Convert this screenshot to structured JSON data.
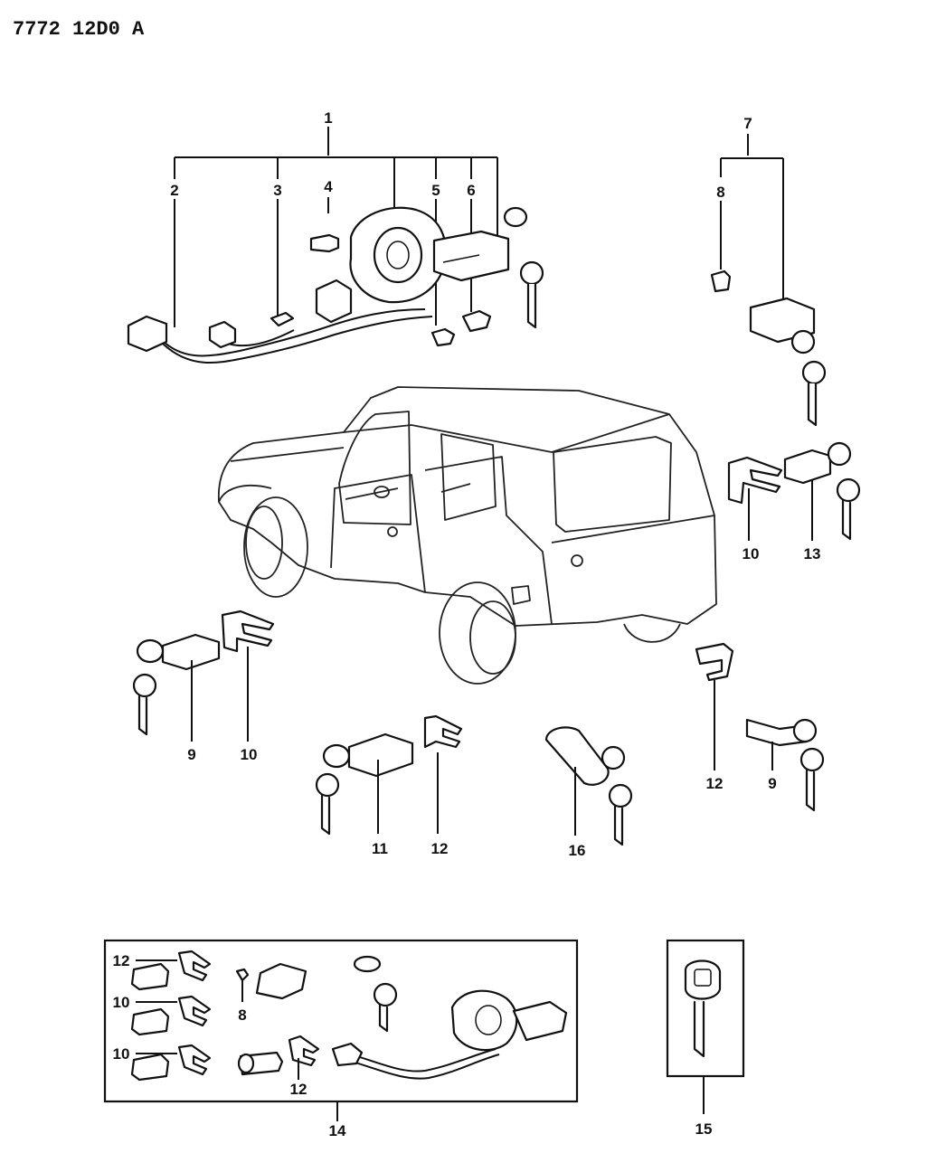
{
  "header": {
    "code": "7772  12D0 A"
  },
  "callouts": {
    "c1": "1",
    "c2": "2",
    "c3": "3",
    "c4": "4",
    "c5": "5",
    "c6": "6",
    "c7": "7",
    "c8": "8",
    "c10_rear": "10",
    "c13": "13",
    "c9_left": "9",
    "c10_left": "10",
    "c12_right": "12",
    "c9_right": "9",
    "c11": "11",
    "c12_mid": "12",
    "c16": "16",
    "c14": "14",
    "c15": "15",
    "kit_12a": "12",
    "kit_10a": "10",
    "kit_10b": "10",
    "kit_8": "8",
    "kit_12b": "12"
  },
  "icons": [
    "ignition-switch",
    "key",
    "lock-cylinder",
    "retainer-clip",
    "vehicle-body",
    "fuel-cap-lock"
  ]
}
